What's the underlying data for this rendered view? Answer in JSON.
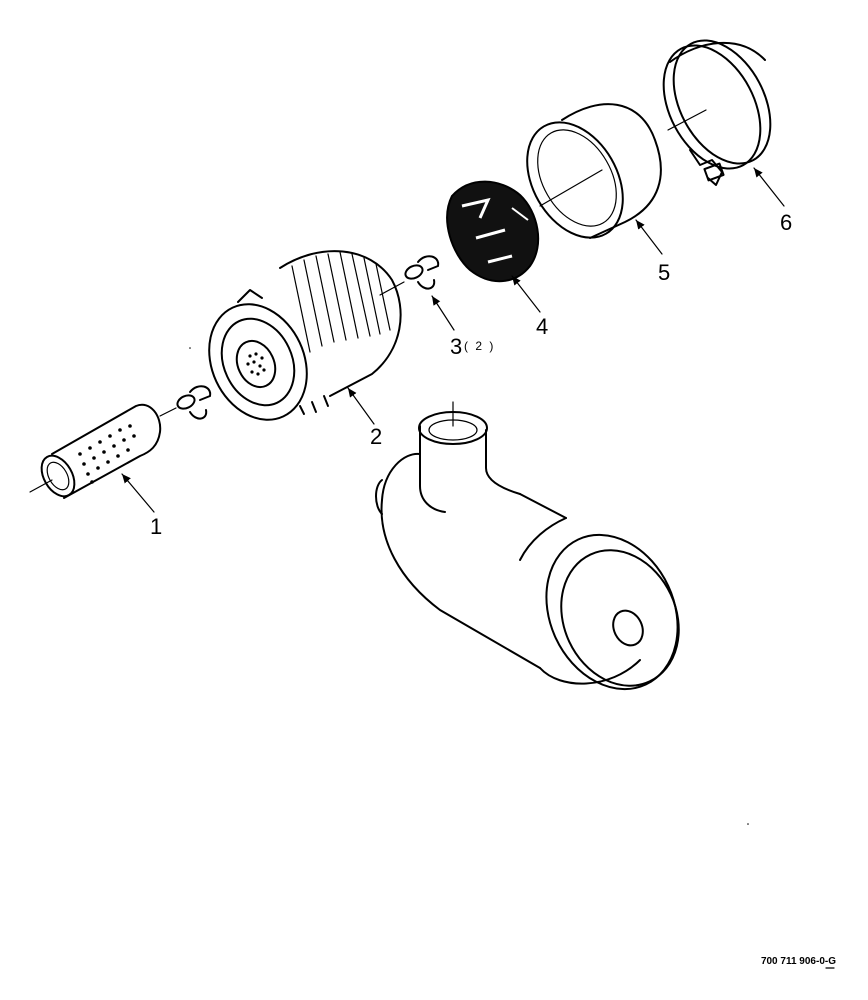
{
  "callouts": {
    "c1": "1",
    "c2": "2",
    "c3": "3",
    "c3_qty": "( 2 )",
    "c4": "4",
    "c5": "5",
    "c6": "6"
  },
  "drawing_number": "700 711 906-0-G"
}
